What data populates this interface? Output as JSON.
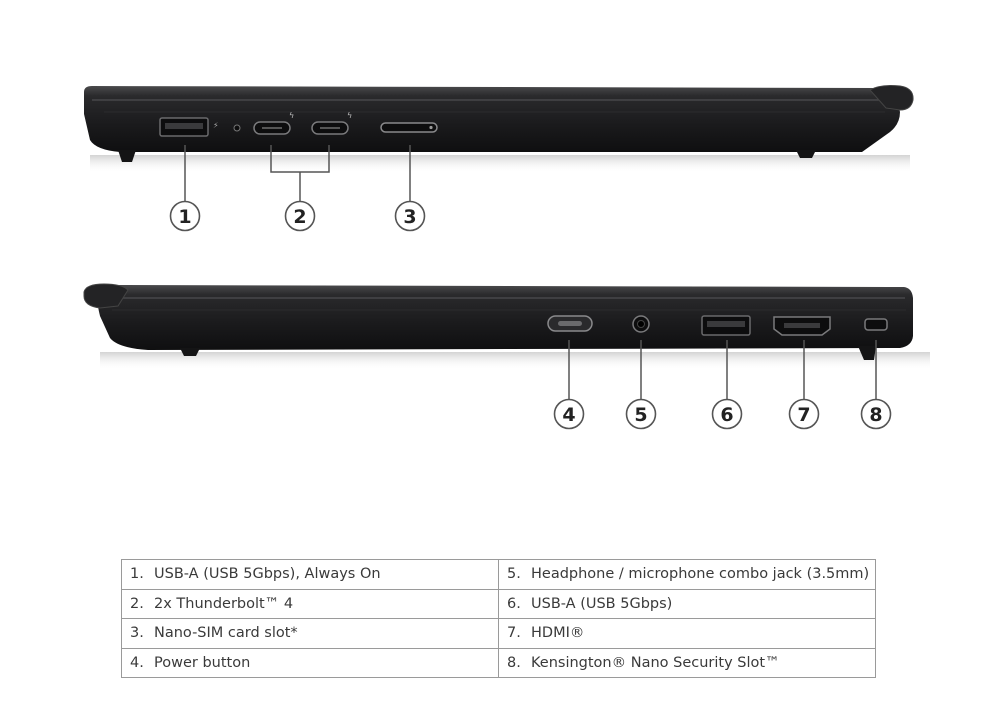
{
  "callouts": [
    "1",
    "2",
    "3",
    "4",
    "5",
    "6",
    "7",
    "8"
  ],
  "ports": [
    {
      "number": "1.",
      "text": "USB-A (USB 5Gbps), Always On"
    },
    {
      "number": "2.",
      "text": "2x Thunderbolt™ 4"
    },
    {
      "number": "3.",
      "text": "Nano-SIM card slot*"
    },
    {
      "number": "4.",
      "text": "Power button"
    },
    {
      "number": "5.",
      "text": "Headphone / microphone combo jack (3.5mm)"
    },
    {
      "number": "6.",
      "text": "USB-A (USB 5Gbps)"
    },
    {
      "number": "7.",
      "text": "HDMI®"
    },
    {
      "number": "8.",
      "text": "Kensington® Nano Security Slot™"
    }
  ],
  "colors": {
    "laptop_body": "#1c1c1e",
    "laptop_edge": "#3a3a3c",
    "callout_stroke": "#555555",
    "table_border": "#9a9a9a",
    "text": "#3a3a3a"
  }
}
